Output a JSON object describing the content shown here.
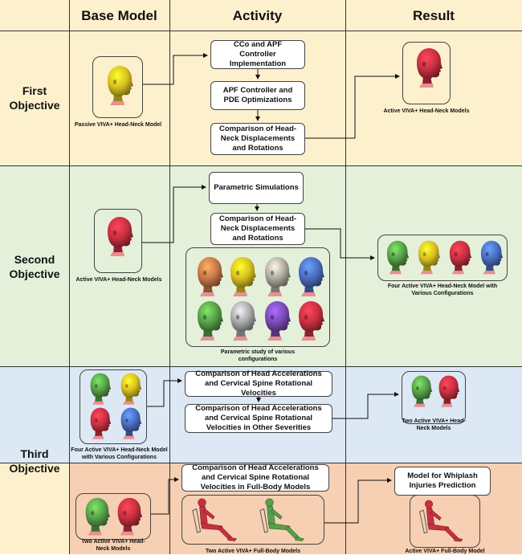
{
  "headers": {
    "base_model": "Base Model",
    "activity": "Activity",
    "result": "Result"
  },
  "objectives": {
    "first": {
      "line1": "First",
      "line2": "Objective"
    },
    "second": {
      "line1": "Second",
      "line2": "Objective"
    },
    "third": {
      "line1": "Third",
      "line2": "Objective"
    }
  },
  "boxes": {
    "cco_apf": "CCo and APF Controller Implementation",
    "apf_pde": "APF Controller and PDE Optimizations",
    "comp_disp_1": "Comparison of Head-Neck Displacements and Rotations",
    "param_sim": "Parametric Simulations",
    "comp_disp_2": "Comparison of Head-Neck Displacements and Rotations",
    "comp_accel": "Comparison of Head Accelerations and Cervical  Spine Rotational Velocities",
    "comp_accel_sev": "Comparison of Head Accelerations and Cervical  Spine Rotational Velocities in Other Severities",
    "comp_accel_fb": "Comparison of Head Accelerations and Cervical  Spine Rotational Velocities in Full-Body Models",
    "whiplash": "Model for Whiplash Injuries Prediction"
  },
  "captions": {
    "passive": "Passive VIVA+ Head-Neck Model",
    "active_result_1": "Active VIVA+ Head-Neck Models",
    "active_base_2": "Active VIVA+ Head-Neck Models",
    "param_study": "Parametric study of various configurations",
    "four_result_2": "Four Active VIVA+ Head-Neck Model with Various Configurations",
    "four_base_3": "Four Active VIVA+ Head-Neck Model with Various Configurations",
    "two_result_3": "Two Active VIVA+ Head-Neck Models",
    "two_base_4": "Two Active VIVA+ Head-Neck Models",
    "two_fullbody": "Two Active VIVA+ Full-Body Models",
    "active_fullbody": "Active VIVA+ Full-Body Model"
  },
  "colors": {
    "band_yellow": "#fdf1cd",
    "band_green": "#e4f0da",
    "band_blue": "#dde8f5",
    "band_orange": "#f7cfb3",
    "head_yellow": "#d8c020",
    "head_red": "#c83040",
    "head_green": "#58a048",
    "head_blue": "#4a6ec0",
    "head_brown": "#c87848",
    "head_gray": "#b0aaa0",
    "head_silver": "#a8a8a8",
    "head_purple": "#7a4ab8"
  },
  "icons": [
    "head-neck-model-icon",
    "full-body-model-icon",
    "arrow-icon"
  ]
}
